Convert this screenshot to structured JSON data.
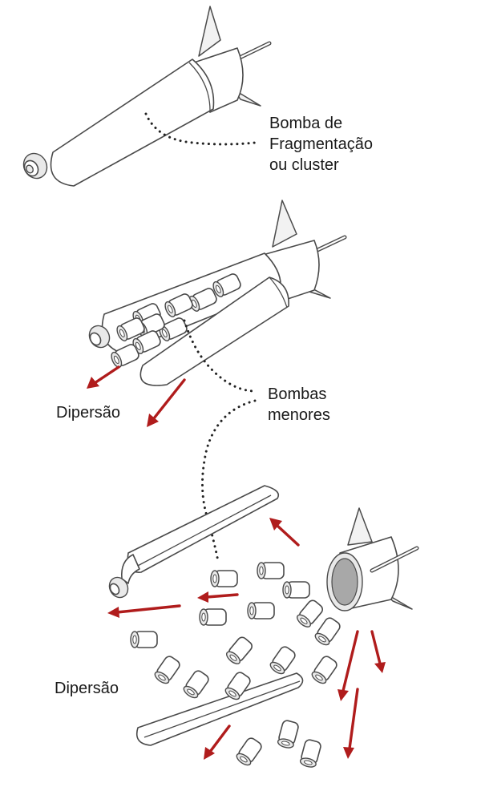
{
  "labels": {
    "cluster_line1": "Bomba de",
    "cluster_line2": "Fragmentação",
    "cluster_line3": "ou cluster",
    "smaller_line1": "Bombas",
    "smaller_line2": "menores",
    "dispersion_top": "Dipersão",
    "dispersion_bottom": "Dipersão"
  },
  "colors": {
    "arrow": "#b01c1c",
    "outline": "#4a4a4a",
    "text": "#1a1a1a"
  }
}
